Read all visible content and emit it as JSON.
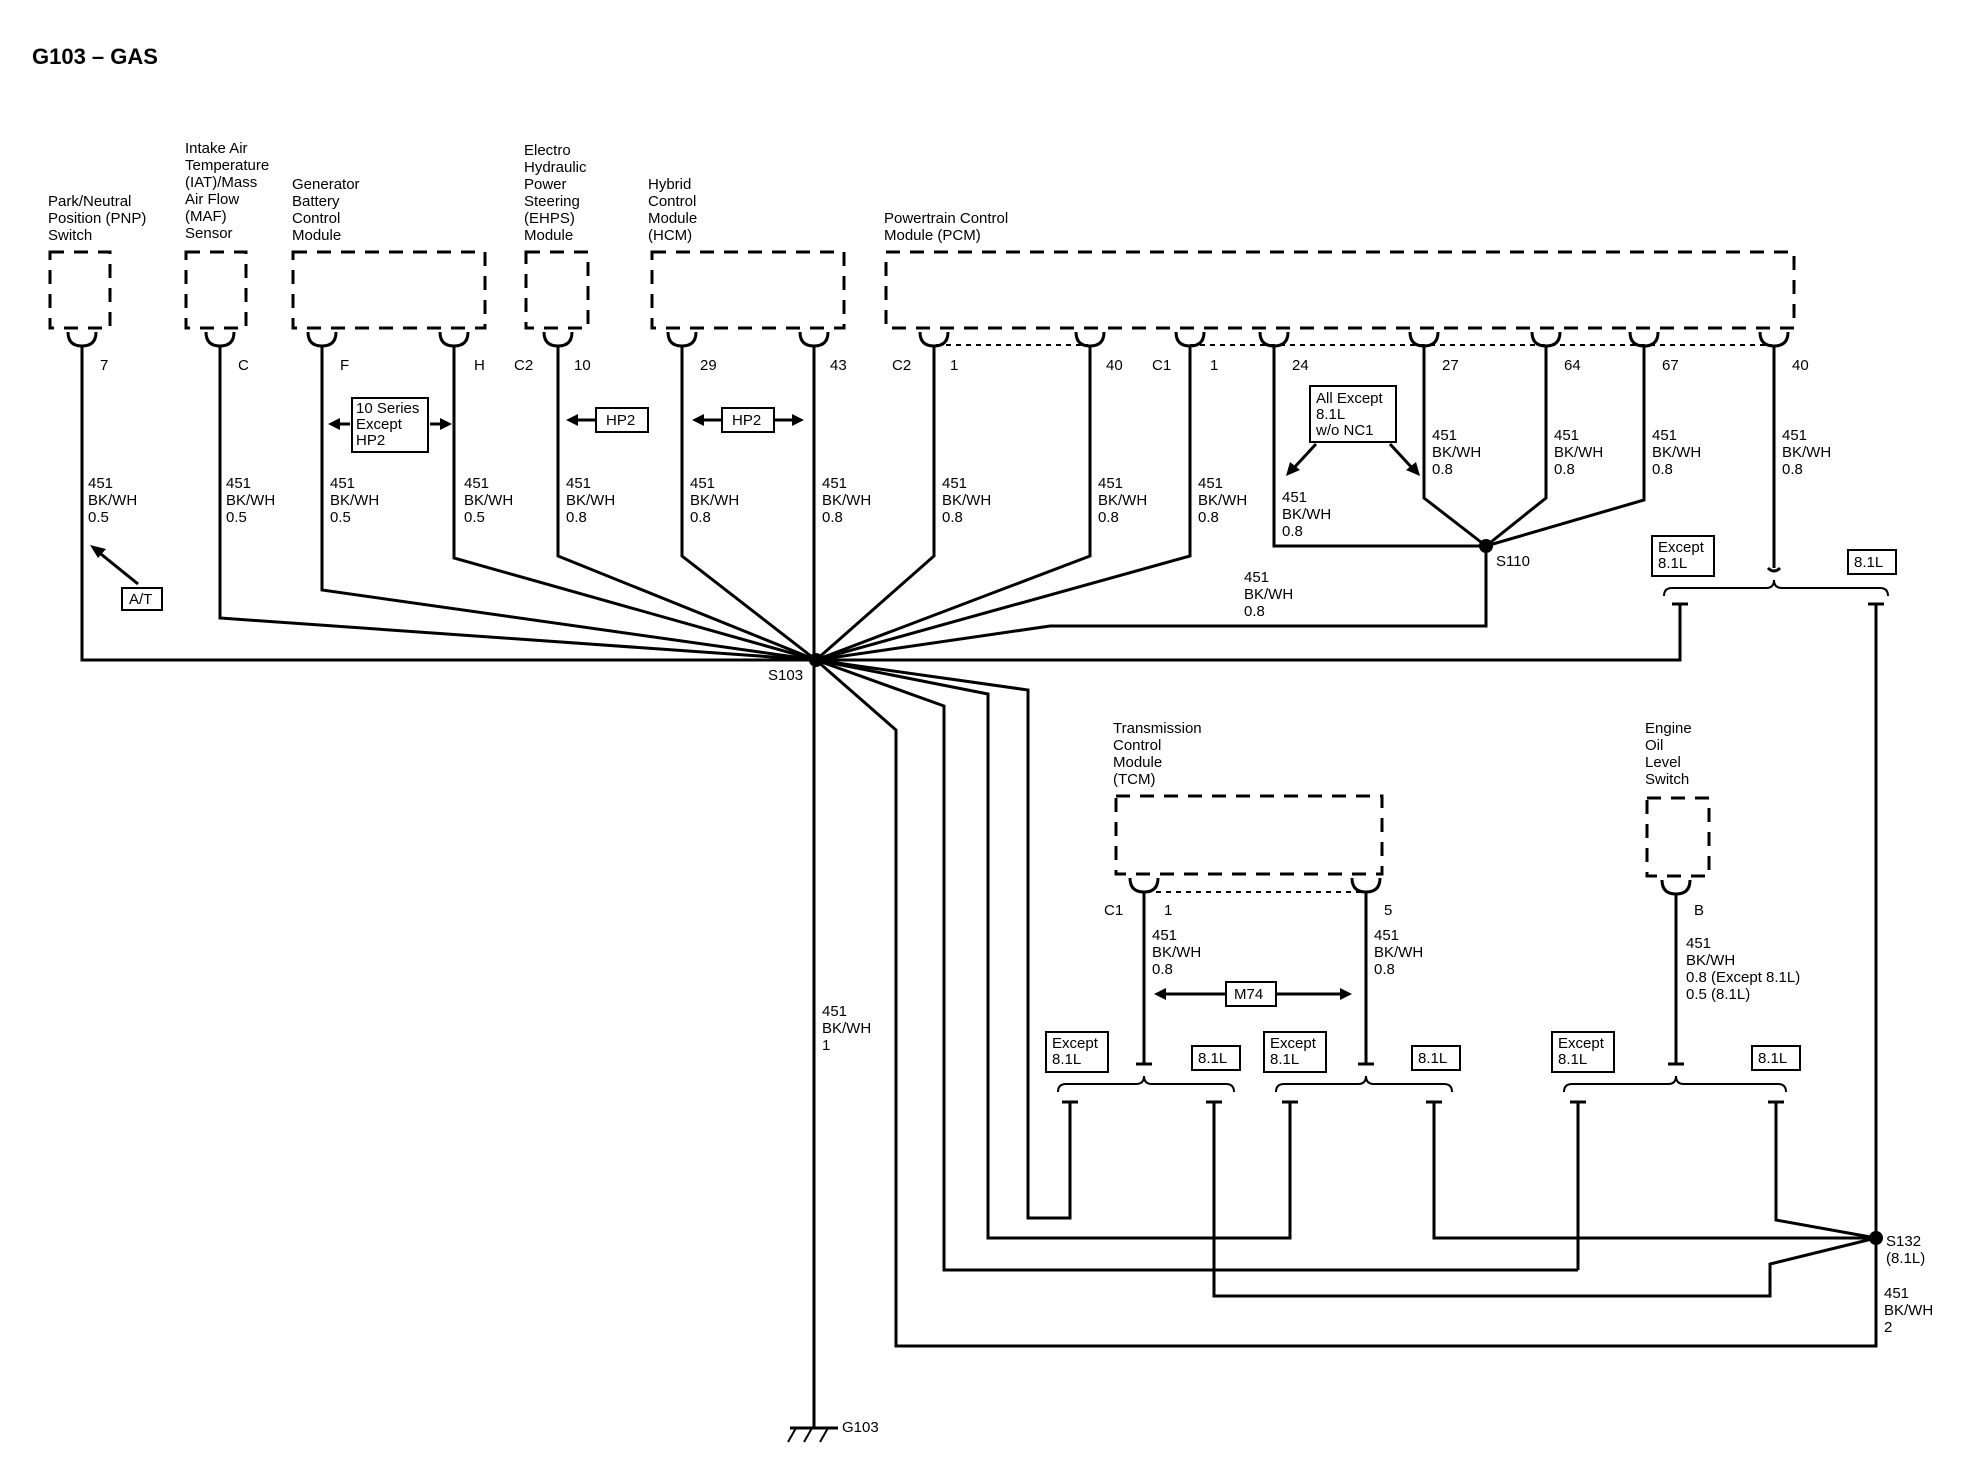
{
  "title": "G103 – GAS",
  "components": {
    "pnp": [
      "Park/Neutral",
      "Position (PNP)",
      "Switch"
    ],
    "iat": [
      "Intake Air",
      "Temperature",
      "(IAT)/Mass",
      "Air Flow",
      "(MAF)",
      "Sensor"
    ],
    "gen": [
      "Generator",
      "Battery",
      "Control",
      "Module"
    ],
    "ehps": [
      "Electro",
      "Hydraulic",
      "Power",
      "Steering",
      "(EHPS)",
      "Module"
    ],
    "hcm": [
      "Hybrid",
      "Control",
      "Module",
      "(HCM)"
    ],
    "pcm": [
      "Powertrain Control",
      "Module (PCM)"
    ],
    "tcm": [
      "Transmission",
      "Control",
      "Module",
      "(TCM)"
    ],
    "eol": [
      "Engine",
      "Oil",
      "Level",
      "Switch"
    ]
  },
  "pins": {
    "pnp": "7",
    "iat": "C",
    "gen_f": "F",
    "gen_h": "H",
    "ehps_conn": "C2",
    "ehps": "10",
    "hcm_29": "29",
    "hcm_43": "43",
    "pcm_c2": "C2",
    "pcm_1a": "1",
    "pcm_40a": "40",
    "pcm_c1": "C1",
    "pcm_1b": "1",
    "pcm_24": "24",
    "pcm_27": "27",
    "pcm_64": "64",
    "pcm_67": "67",
    "pcm_40b": "40",
    "tcm_c1": "C1",
    "tcm_1": "1",
    "tcm_5": "5",
    "eol_b": "B"
  },
  "wire": {
    "circuit": "451",
    "color": "BK/WH",
    "gauge_05": "0.5",
    "gauge_08": "0.8",
    "gauge_1": "1",
    "gauge_2": "2",
    "eol_g1": "0.8 (Except 8.1L)",
    "eol_g2": "0.5 (8.1L)"
  },
  "options": {
    "at": "A/T",
    "hp2": "HP2",
    "ten_series": [
      "10 Series",
      "Except",
      "HP2"
    ],
    "all_except": [
      "All Except",
      "8.1L",
      "w/o NC1"
    ],
    "except": "Except",
    "eight_one": "8.1L",
    "m74": "M74"
  },
  "splices": {
    "s103": "S103",
    "s110": "S110",
    "s132": "S132",
    "s132_sub": "(8.1L)",
    "ground": "G103"
  }
}
